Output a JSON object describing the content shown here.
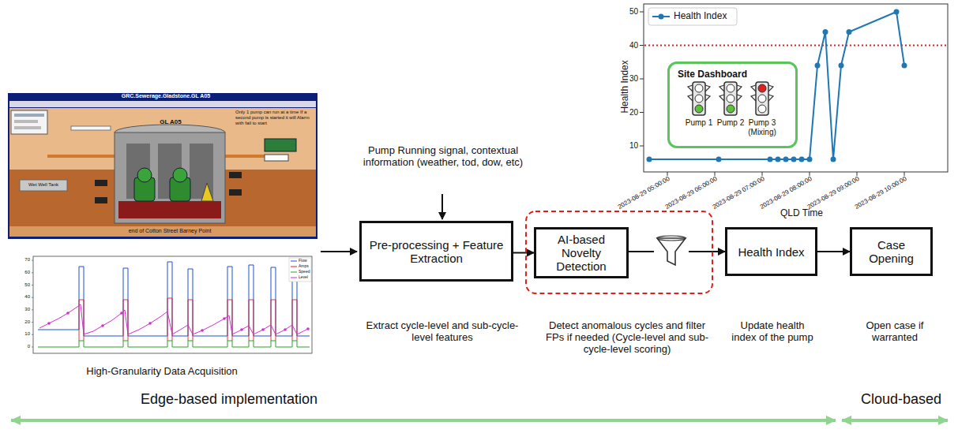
{
  "diagram": {
    "nodes": [
      {
        "text": [
          "Pre-processing + Feature Extraction"
        ]
      },
      {
        "text": [
          "AI-based Novelty Detection"
        ]
      },
      {
        "text": [
          "Health Index"
        ]
      },
      {
        "text": [
          "Case Opening"
        ]
      },
      {
        "text": [
          "Site Dashboard"
        ]
      }
    ],
    "edges": [
      {
        "from": 0,
        "to": 1,
        "arrow": "to"
      },
      {
        "from": 1,
        "to": 2,
        "arrow": "to"
      },
      {
        "from": 2,
        "to": 3,
        "arrow": "to"
      }
    ],
    "labels": [
      "Pump Running signal, contextual information (weather, tod, dow, etc)",
      "Extract cycle-level and sub-cycle-level features",
      "Detect anomalous cycles and filter FPs if needed (Cycle-level and sub-cycle-level scoring)",
      "Update health index of the pump",
      "Open case if warranted",
      "High-Granularity Data Acquisition",
      "Edge-based implementation",
      "Cloud-based",
      "Health Index",
      "QLD Time",
      "10",
      "20",
      "30",
      "40",
      "50",
      "2023-08-29 05:00:00",
      "2023-08-29 06:00:00",
      "2023-08-29 07:00:00",
      "2023-08-29 08:00:00",
      "2023-08-29 09:00:00",
      "2023-08-29 10:00:00",
      "Pump 1",
      "Pump 2",
      "Pump 3 (Mixing)",
      "GRC.Sewerage.Gladstone.GL A05",
      "GL A05",
      "Only 1 pump can run at a time If a second pump is started it will Alarm with fail to start",
      "end of Cotton Street Barney Point",
      "Wet Well Tank",
      "Flow",
      "Amps",
      "Speed",
      "Level",
      "0",
      "10",
      "20",
      "30",
      "40",
      "50",
      "60",
      "70"
    ],
    "legend": [
      {
        "text": "Health Index"
      }
    ]
  }
}
